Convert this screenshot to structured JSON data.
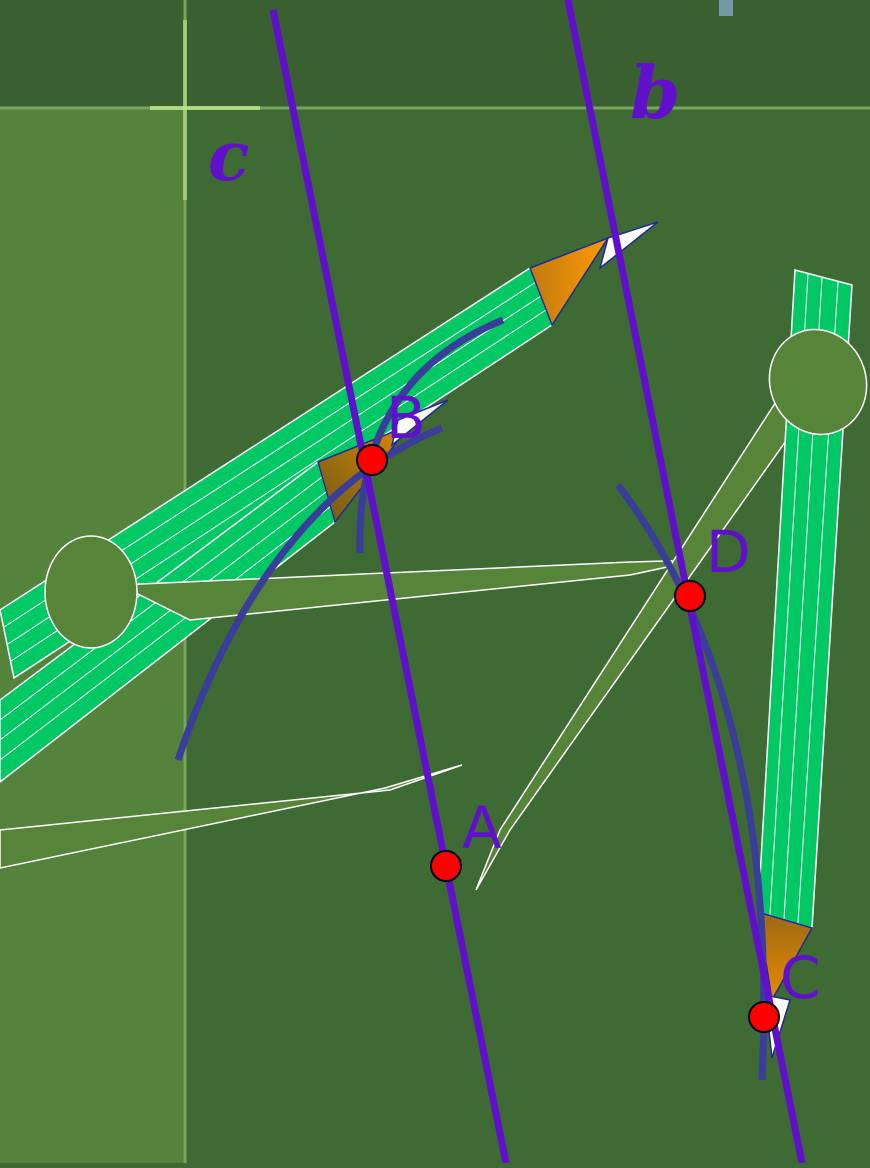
{
  "colors": {
    "background_dark": "#3e6a33",
    "background_light": "#54843b",
    "line_purple": "#6010cc",
    "arc_blue": "#3a3d9a",
    "pencil_green": "#00c864",
    "compass_leg_green": "#568438",
    "point_red": "#ff0000",
    "pencil_tip_orange": "#ff9800"
  },
  "lines": [
    {
      "id": "c",
      "label": "c"
    },
    {
      "id": "b",
      "label": "b"
    }
  ],
  "points": [
    {
      "id": "A",
      "label": "A"
    },
    {
      "id": "B",
      "label": "B"
    },
    {
      "id": "C",
      "label": "C"
    },
    {
      "id": "D",
      "label": "D"
    }
  ],
  "objects": [
    {
      "name": "compass",
      "icon": "compass-icon"
    },
    {
      "name": "compass",
      "icon": "compass-icon"
    }
  ]
}
